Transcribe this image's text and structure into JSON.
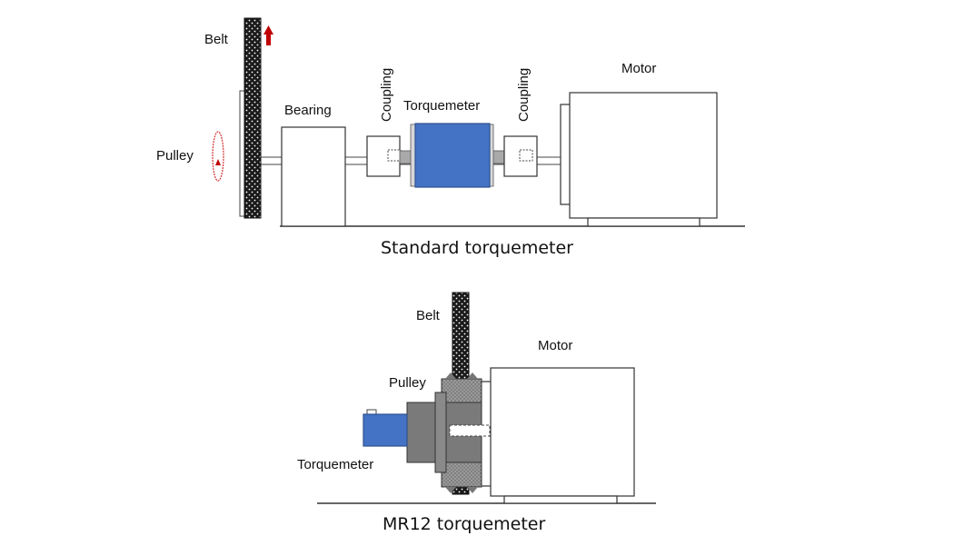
{
  "standard": {
    "caption": "Standard torquemeter",
    "labels": {
      "belt": "Belt",
      "pulley": "Pulley",
      "bearing": "Bearing",
      "coupling_left": "Coupling",
      "torquemeter": "Torquemeter",
      "coupling_right": "Coupling",
      "motor": "Motor"
    }
  },
  "mr12": {
    "caption": "MR12 torquemeter",
    "labels": {
      "belt": "Belt",
      "motor": "Motor",
      "pulley": "Pulley",
      "torquemeter": "Torquemeter"
    }
  },
  "colors": {
    "torquemeter_blue": "#4472C4",
    "arrow_red": "#C00000",
    "pulley_gray": "#777777",
    "belt_black": "#1a1a1a"
  }
}
